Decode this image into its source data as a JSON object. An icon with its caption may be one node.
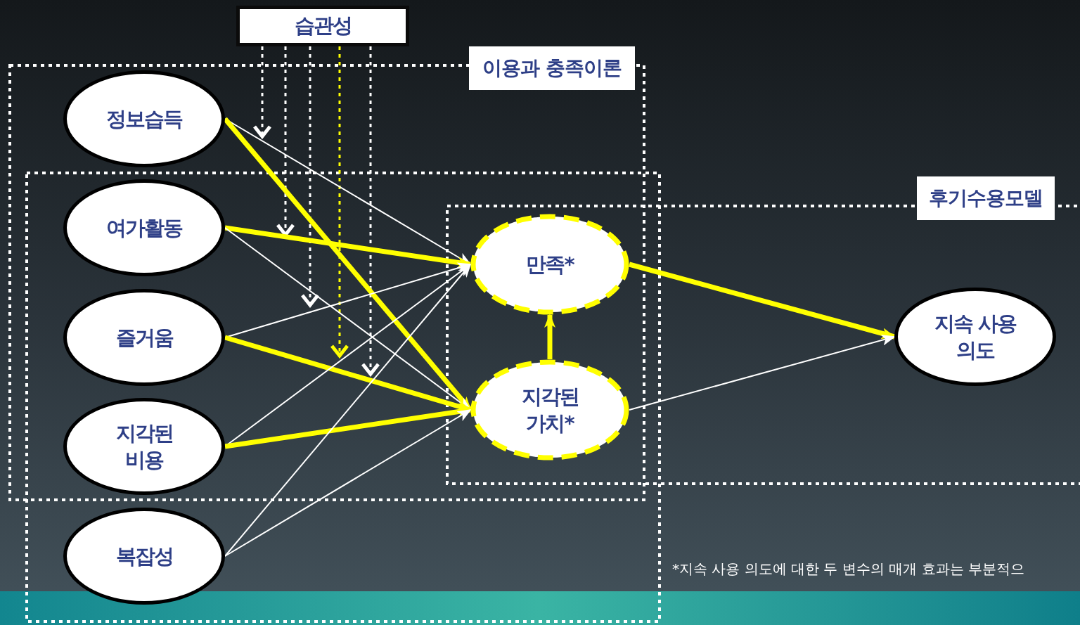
{
  "diagram": {
    "nodes": [
      {
        "text": [
          "습관성"
        ]
      },
      {
        "text": [
          "이용과 충족이론"
        ]
      },
      {
        "text": [
          "정보습득"
        ],
        "in": 1
      },
      {
        "text": [],
        "shape": "box"
      },
      {
        "text": [
          "여가활동"
        ]
      },
      {
        "text": [
          "즐거움"
        ]
      },
      {
        "text": [
          "지각된 비용"
        ]
      },
      {
        "text": [
          "복잡성"
        ],
        "in": 3
      },
      {
        "text": [
          "후기수용모델"
        ]
      },
      {
        "text": [
          "만족*"
        ]
      },
      {
        "text": [
          "지각된 가치*"
        ]
      },
      {
        "text": [
          "지속 사용 의도"
        ],
        "in": 8
      }
    ],
    "edges": [
      {
        "from": 0,
        "to": null,
        "arrow": "to",
        "style": "dashed"
      },
      {
        "from": 0,
        "to": null,
        "arrow": "to",
        "style": "dashed"
      },
      {
        "from": 0,
        "to": null,
        "arrow": "to",
        "style": "dashed"
      },
      {
        "from": 0,
        "to": null,
        "arrow": "to",
        "style": "dashed",
        "color": "#ffff00"
      },
      {
        "from": 0,
        "to": null,
        "arrow": "to",
        "style": "dashed"
      },
      {
        "from": 2,
        "to": 9,
        "arrow": "to"
      },
      {
        "from": 2,
        "to": 10,
        "arrow": "to",
        "style": "thick",
        "color": "#ffff00"
      },
      {
        "from": 4,
        "to": 9,
        "arrow": "to",
        "style": "thick",
        "color": "#ffff00"
      },
      {
        "from": 4,
        "to": 10,
        "arrow": "to"
      },
      {
        "from": 5,
        "to": 9,
        "arrow": "to"
      },
      {
        "from": 5,
        "to": 10,
        "arrow": "to",
        "style": "thick",
        "color": "#ffff00"
      },
      {
        "from": 6,
        "to": 9,
        "arrow": "to"
      },
      {
        "from": 6,
        "to": 10,
        "arrow": "to",
        "style": "thick",
        "color": "#ffff00"
      },
      {
        "from": 7,
        "to": 9,
        "arrow": "to"
      },
      {
        "from": 7,
        "to": 10,
        "arrow": "to"
      },
      {
        "from": 10,
        "to": 9,
        "arrow": "to",
        "style": "thick",
        "color": "#ffff00"
      },
      {
        "from": 9,
        "to": 11,
        "arrow": "to",
        "style": "thick",
        "color": "#ffff00"
      },
      {
        "from": 10,
        "to": 11,
        "arrow": "to"
      }
    ],
    "labels": [
      "*지속 사용 의도에 대한 두 변수의 매개 효과는 부분적으"
    ]
  }
}
